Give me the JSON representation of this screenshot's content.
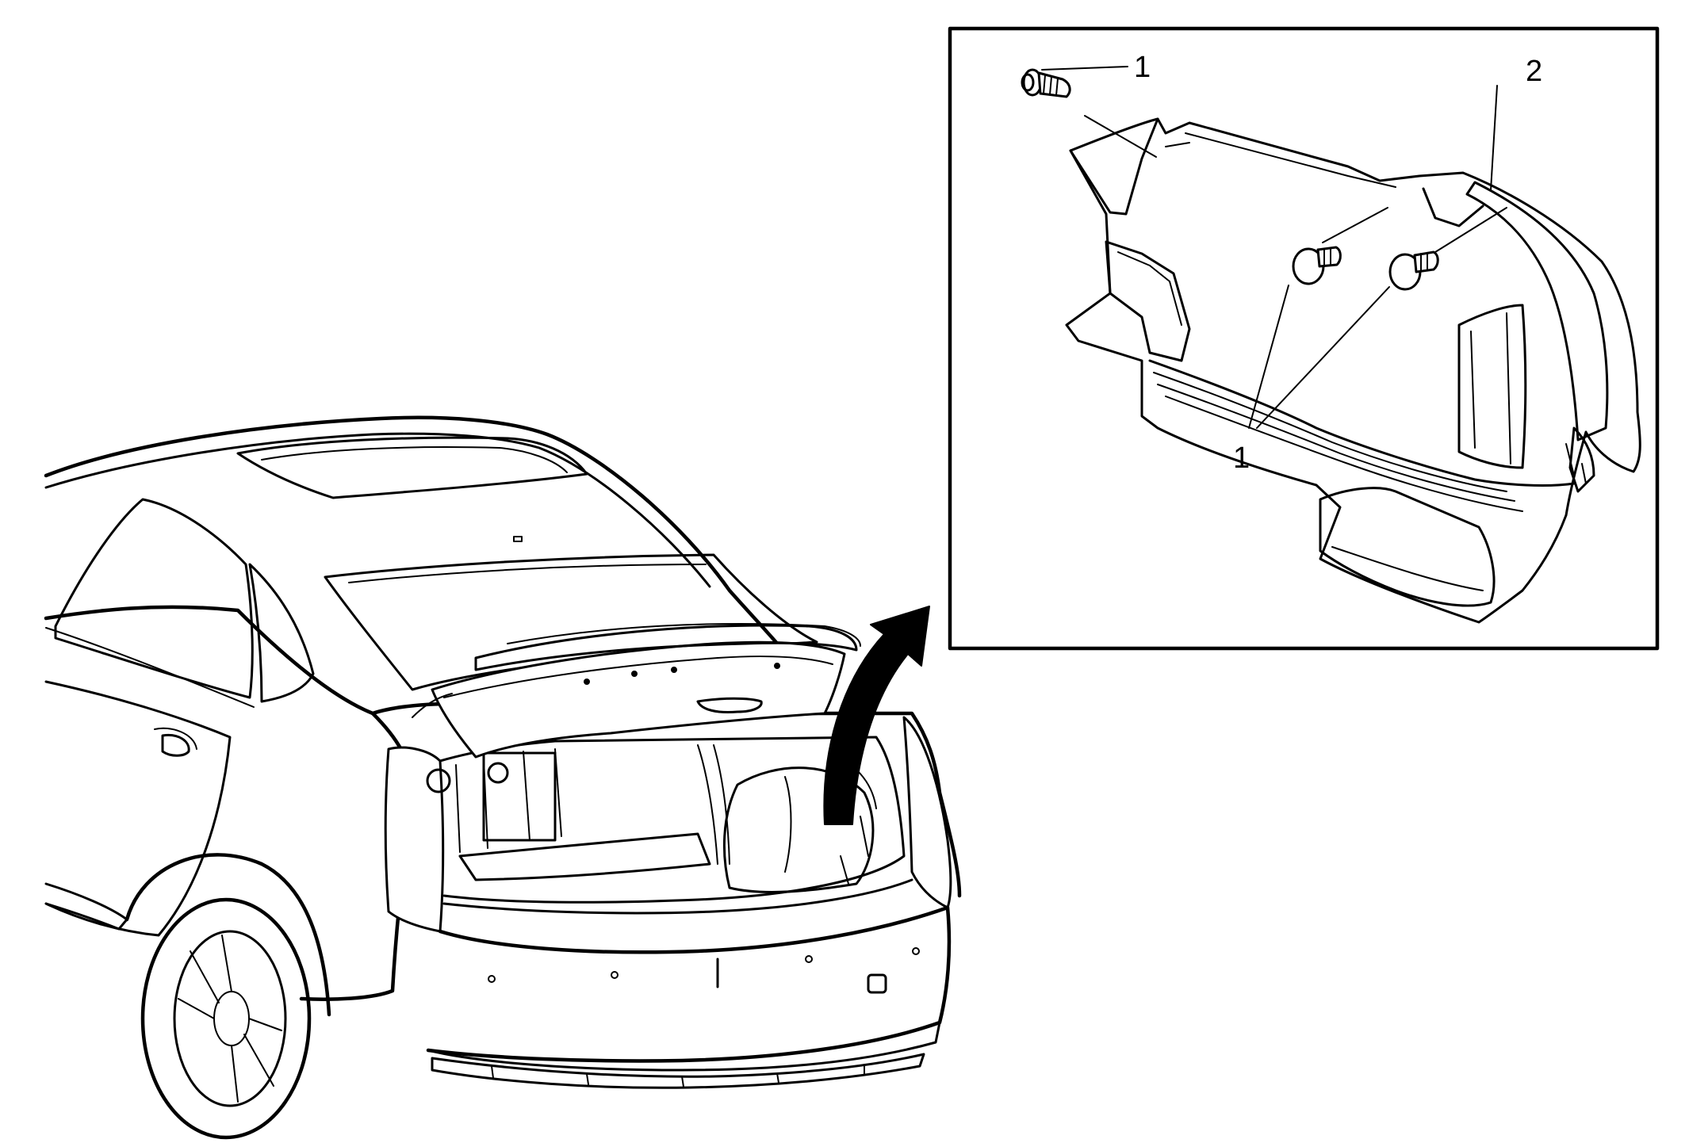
{
  "inset": {
    "callouts": [
      {
        "id": "fastener-top",
        "text": "1"
      },
      {
        "id": "trim-panel",
        "text": "2"
      },
      {
        "id": "fastener-group",
        "text": "1"
      }
    ]
  },
  "parts": [
    {
      "number": "1",
      "icon": "push-pin-retainer-icon"
    },
    {
      "number": "2",
      "icon": "trunk-side-trim-panel-icon"
    }
  ],
  "arrow": {
    "icon": "curved-removal-arrow-icon"
  }
}
